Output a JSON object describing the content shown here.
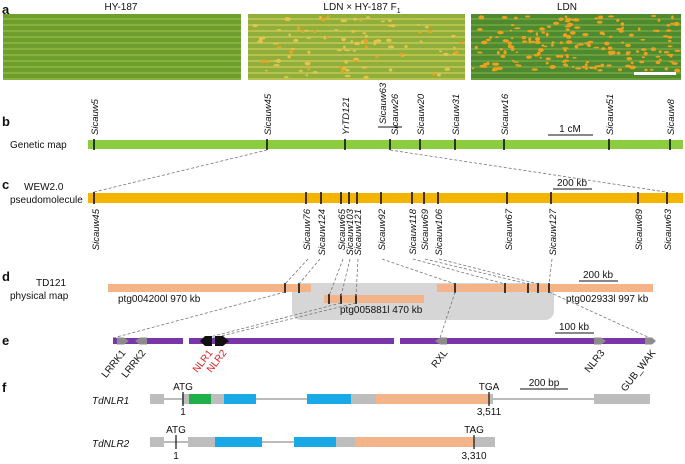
{
  "colors": {
    "genetic_map": "#8ccc3f",
    "pseudomolecule": "#f5b400",
    "physical": "#f2b488",
    "gray_box": "#d6d6d6",
    "chrom": "#7a35a8",
    "gene_arrow": "#8c8c8c",
    "nlr_red": "#d62020",
    "utr": "#bdbdbd",
    "exon_blue": "#19a9e6",
    "exon_green": "#1fb04a",
    "exon_orange": "#f2b488"
  },
  "panel_a": {
    "label": "a",
    "images": [
      {
        "title": "HY-187"
      },
      {
        "title": "LDN × HY-187 F",
        "sub": "1"
      },
      {
        "title": "LDN"
      }
    ]
  },
  "panel_b": {
    "label": "b",
    "row_label": "Genetic map",
    "markers": [
      "Sicauw5",
      "Sicauw45",
      "YrTD121",
      "Sicauw63",
      "Sicauw26",
      "Sicauw20",
      "Sicauw31",
      "Sicauw16",
      "Sicauw51",
      "Sicauw8"
    ],
    "scale": "1 cM"
  },
  "panel_c": {
    "label": "c",
    "row_label_1": "WEW2.0",
    "row_label_2": "pseudomolecule",
    "markers": [
      "Sicauw45",
      "Sicauw76",
      "Sicauw124",
      "Sicauw65",
      "Sicauw103",
      "Sicauw121",
      "Sicauw92",
      "Sicauw118",
      "Sicauw69",
      "Sicauw106",
      "Sicauw67",
      "Sicauw127",
      "Sicauw89",
      "Sicauw63"
    ],
    "scale": "200 kb"
  },
  "panel_d": {
    "label": "d",
    "row_label_1": "TD121",
    "row_label_2": "physical map",
    "contig1": "ptg004200l  970 kb",
    "contig2": "ptg005881l  470 kb",
    "contig3": "ptg002933l  997 kb",
    "scale": "200 kb"
  },
  "panel_e": {
    "label": "e",
    "genes": [
      "LRRK1",
      "LRRK2",
      "NLR1",
      "NLR2",
      "RXL",
      "NLR3",
      "GUB_WAK"
    ],
    "scale": "100 kb"
  },
  "panel_f": {
    "label": "f",
    "gene1": {
      "name": "TdNLR1",
      "start_codon": "ATG",
      "stop_codon": "TGA",
      "start_pos": "1",
      "end_pos": "3,511"
    },
    "gene2": {
      "name": "TdNLR2",
      "start_codon": "ATG",
      "stop_codon": "TAG",
      "start_pos": "1",
      "end_pos": "3,310"
    },
    "scale": "200 bp"
  }
}
